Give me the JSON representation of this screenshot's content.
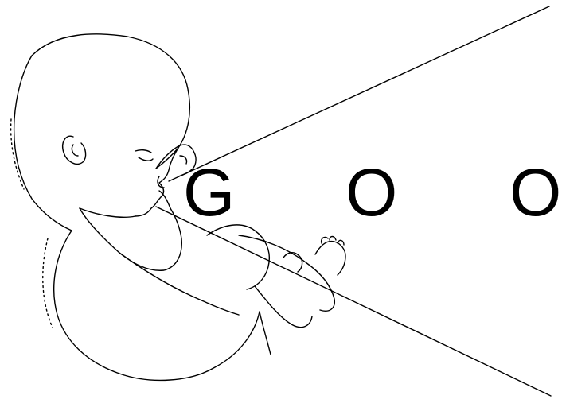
{
  "illustration": {
    "subject": "fetus-line-drawing",
    "stroke_color": "#000000",
    "background_color": "#ffffff"
  },
  "letters": [
    "G",
    "O",
    "O"
  ]
}
